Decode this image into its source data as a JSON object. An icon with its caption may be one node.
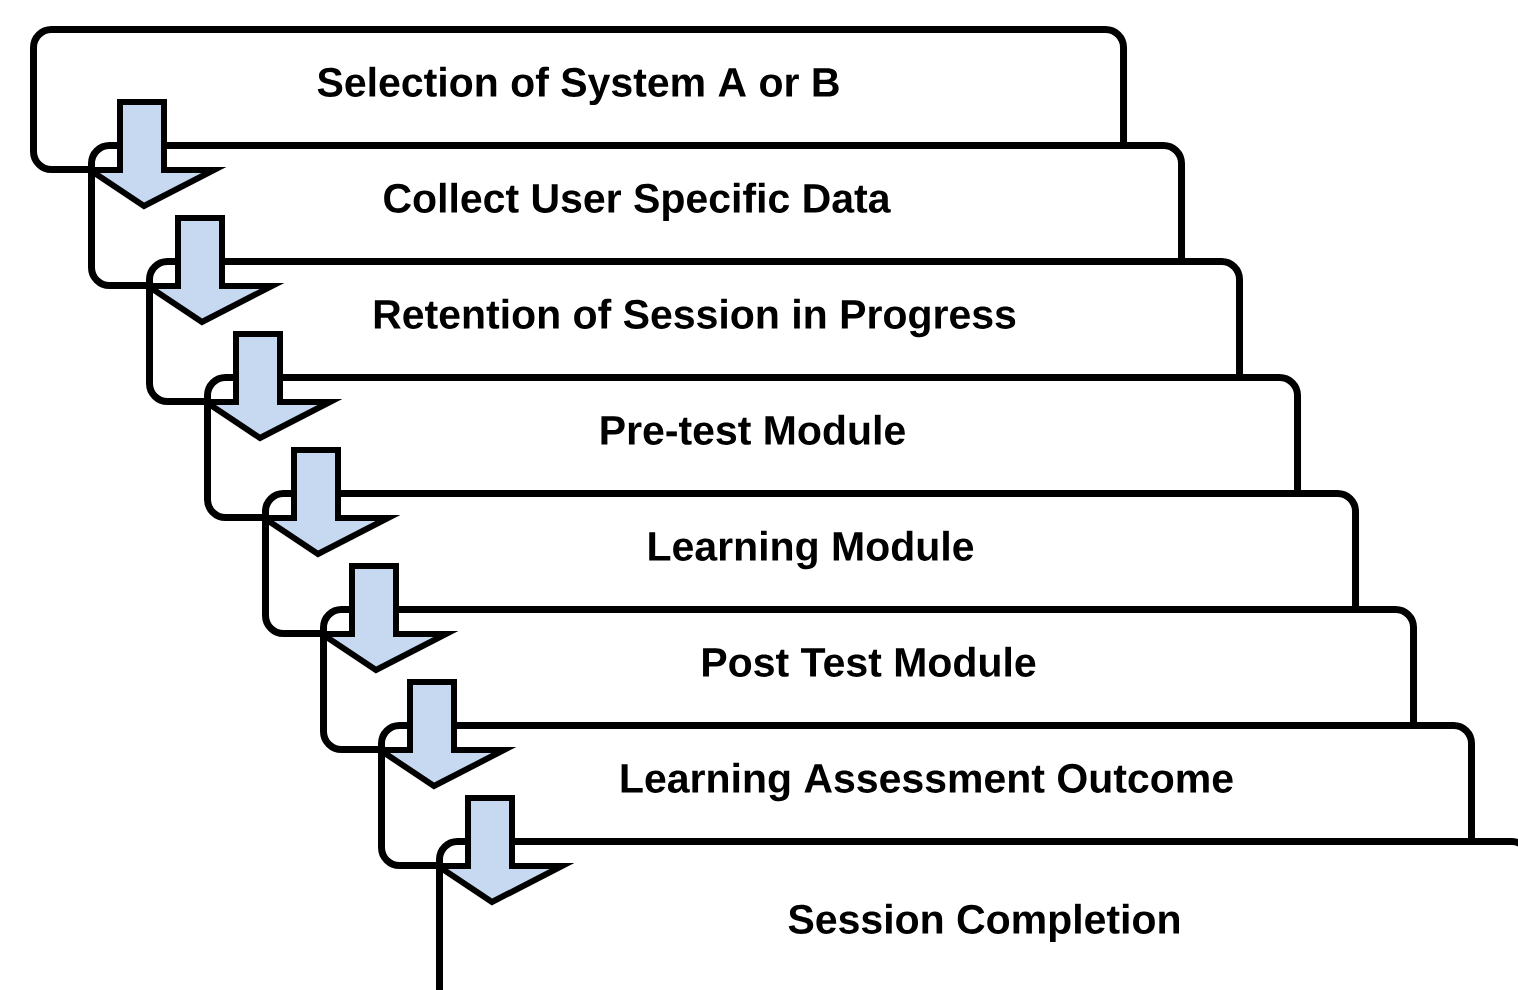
{
  "diagram": {
    "nodes": [
      {
        "text": [
          "Selection of System A or B"
        ]
      },
      {
        "text": [
          "Collect User Specific Data"
        ]
      },
      {
        "text": [
          "Retention of Session in Progress"
        ]
      },
      {
        "text": [
          "Pre-test Module"
        ]
      },
      {
        "text": [
          "Learning Module"
        ]
      },
      {
        "text": [
          "Post Test Module"
        ]
      },
      {
        "text": [
          "Learning Assessment Outcome"
        ]
      },
      {
        "text": [
          "Session Completion"
        ]
      }
    ],
    "edges": [
      {
        "from": 0,
        "to": 1,
        "arrow": "to"
      },
      {
        "from": 1,
        "to": 2,
        "arrow": "to"
      },
      {
        "from": 2,
        "to": 3,
        "arrow": "to"
      },
      {
        "from": 3,
        "to": 4,
        "arrow": "to"
      },
      {
        "from": 4,
        "to": 5,
        "arrow": "to"
      },
      {
        "from": 5,
        "to": 6,
        "arrow": "to"
      },
      {
        "from": 6,
        "to": 7,
        "arrow": "to"
      }
    ]
  }
}
